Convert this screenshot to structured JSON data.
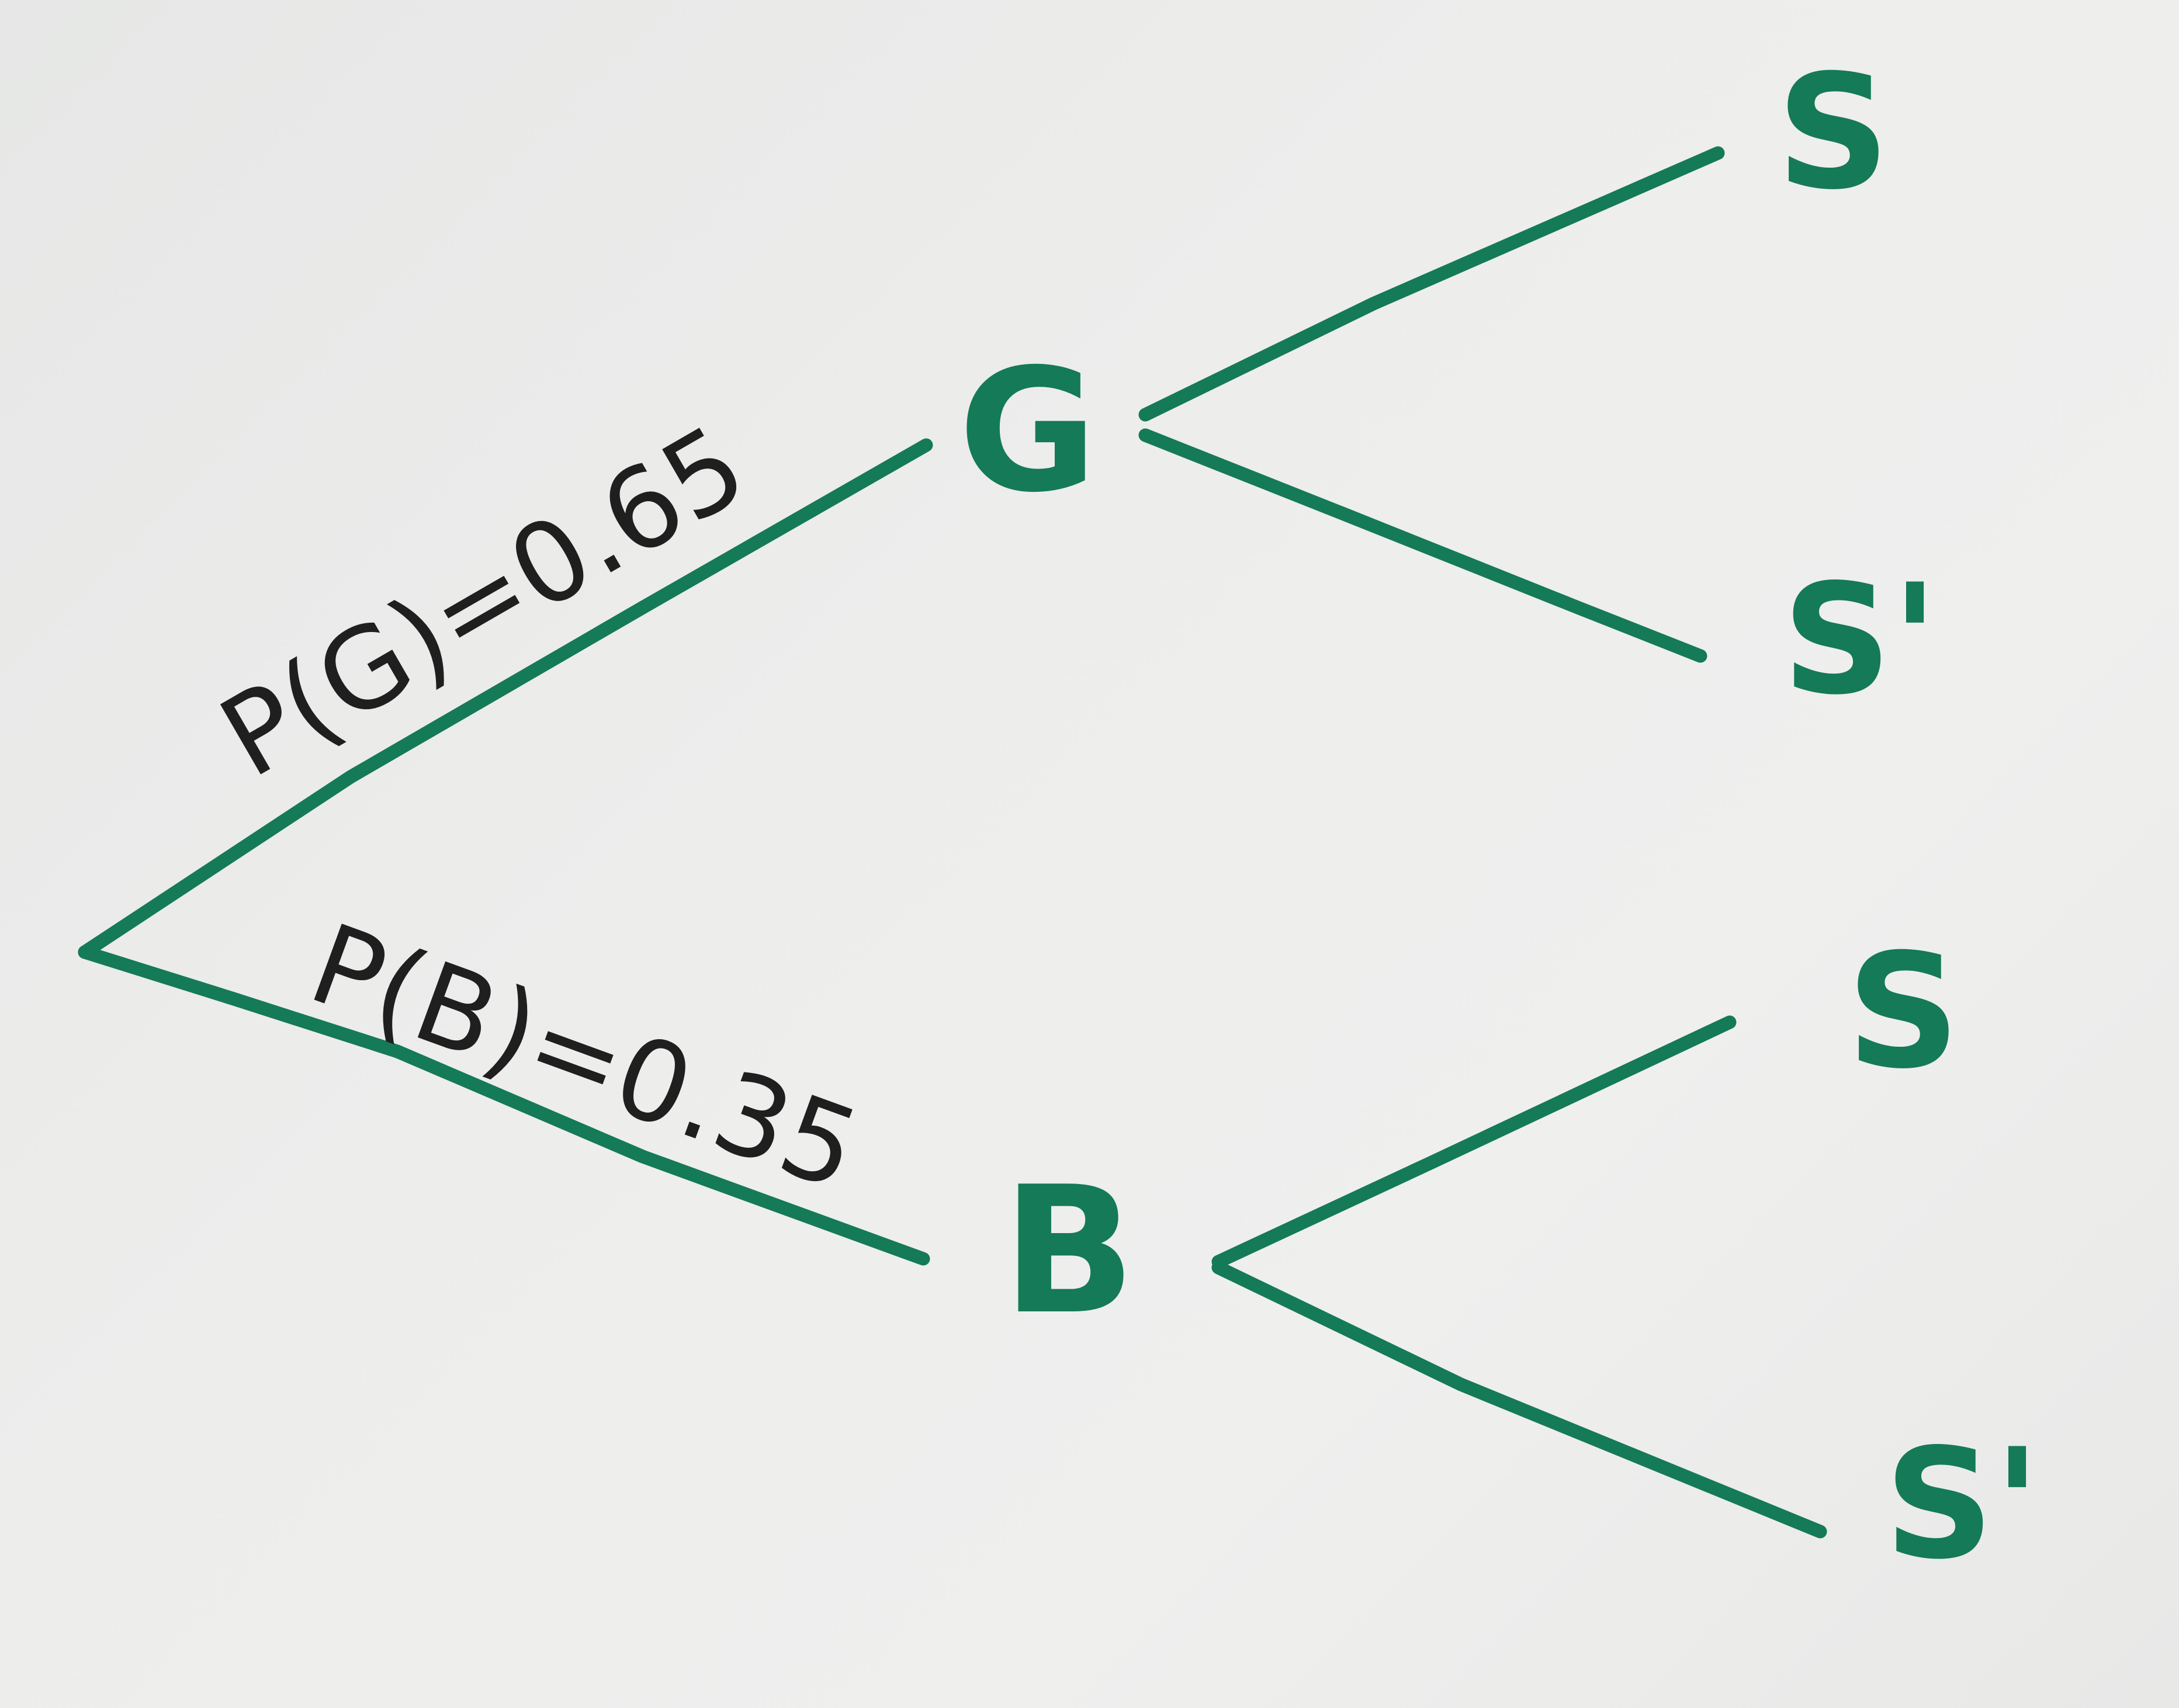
{
  "diagram": {
    "root_node": {
      "children": [
        {
          "label": "G",
          "edge_label": "P(G)=0.65",
          "children": [
            {
              "label": "S"
            },
            {
              "label": "S'"
            }
          ]
        },
        {
          "label": "B",
          "edge_label": "P(B)=0.35",
          "children": [
            {
              "label": "S"
            },
            {
              "label": "S'"
            }
          ]
        }
      ]
    },
    "colors": {
      "ink_green": "#147a57",
      "ink_black": "#1f1f1f",
      "paper": "#ececeb"
    }
  }
}
